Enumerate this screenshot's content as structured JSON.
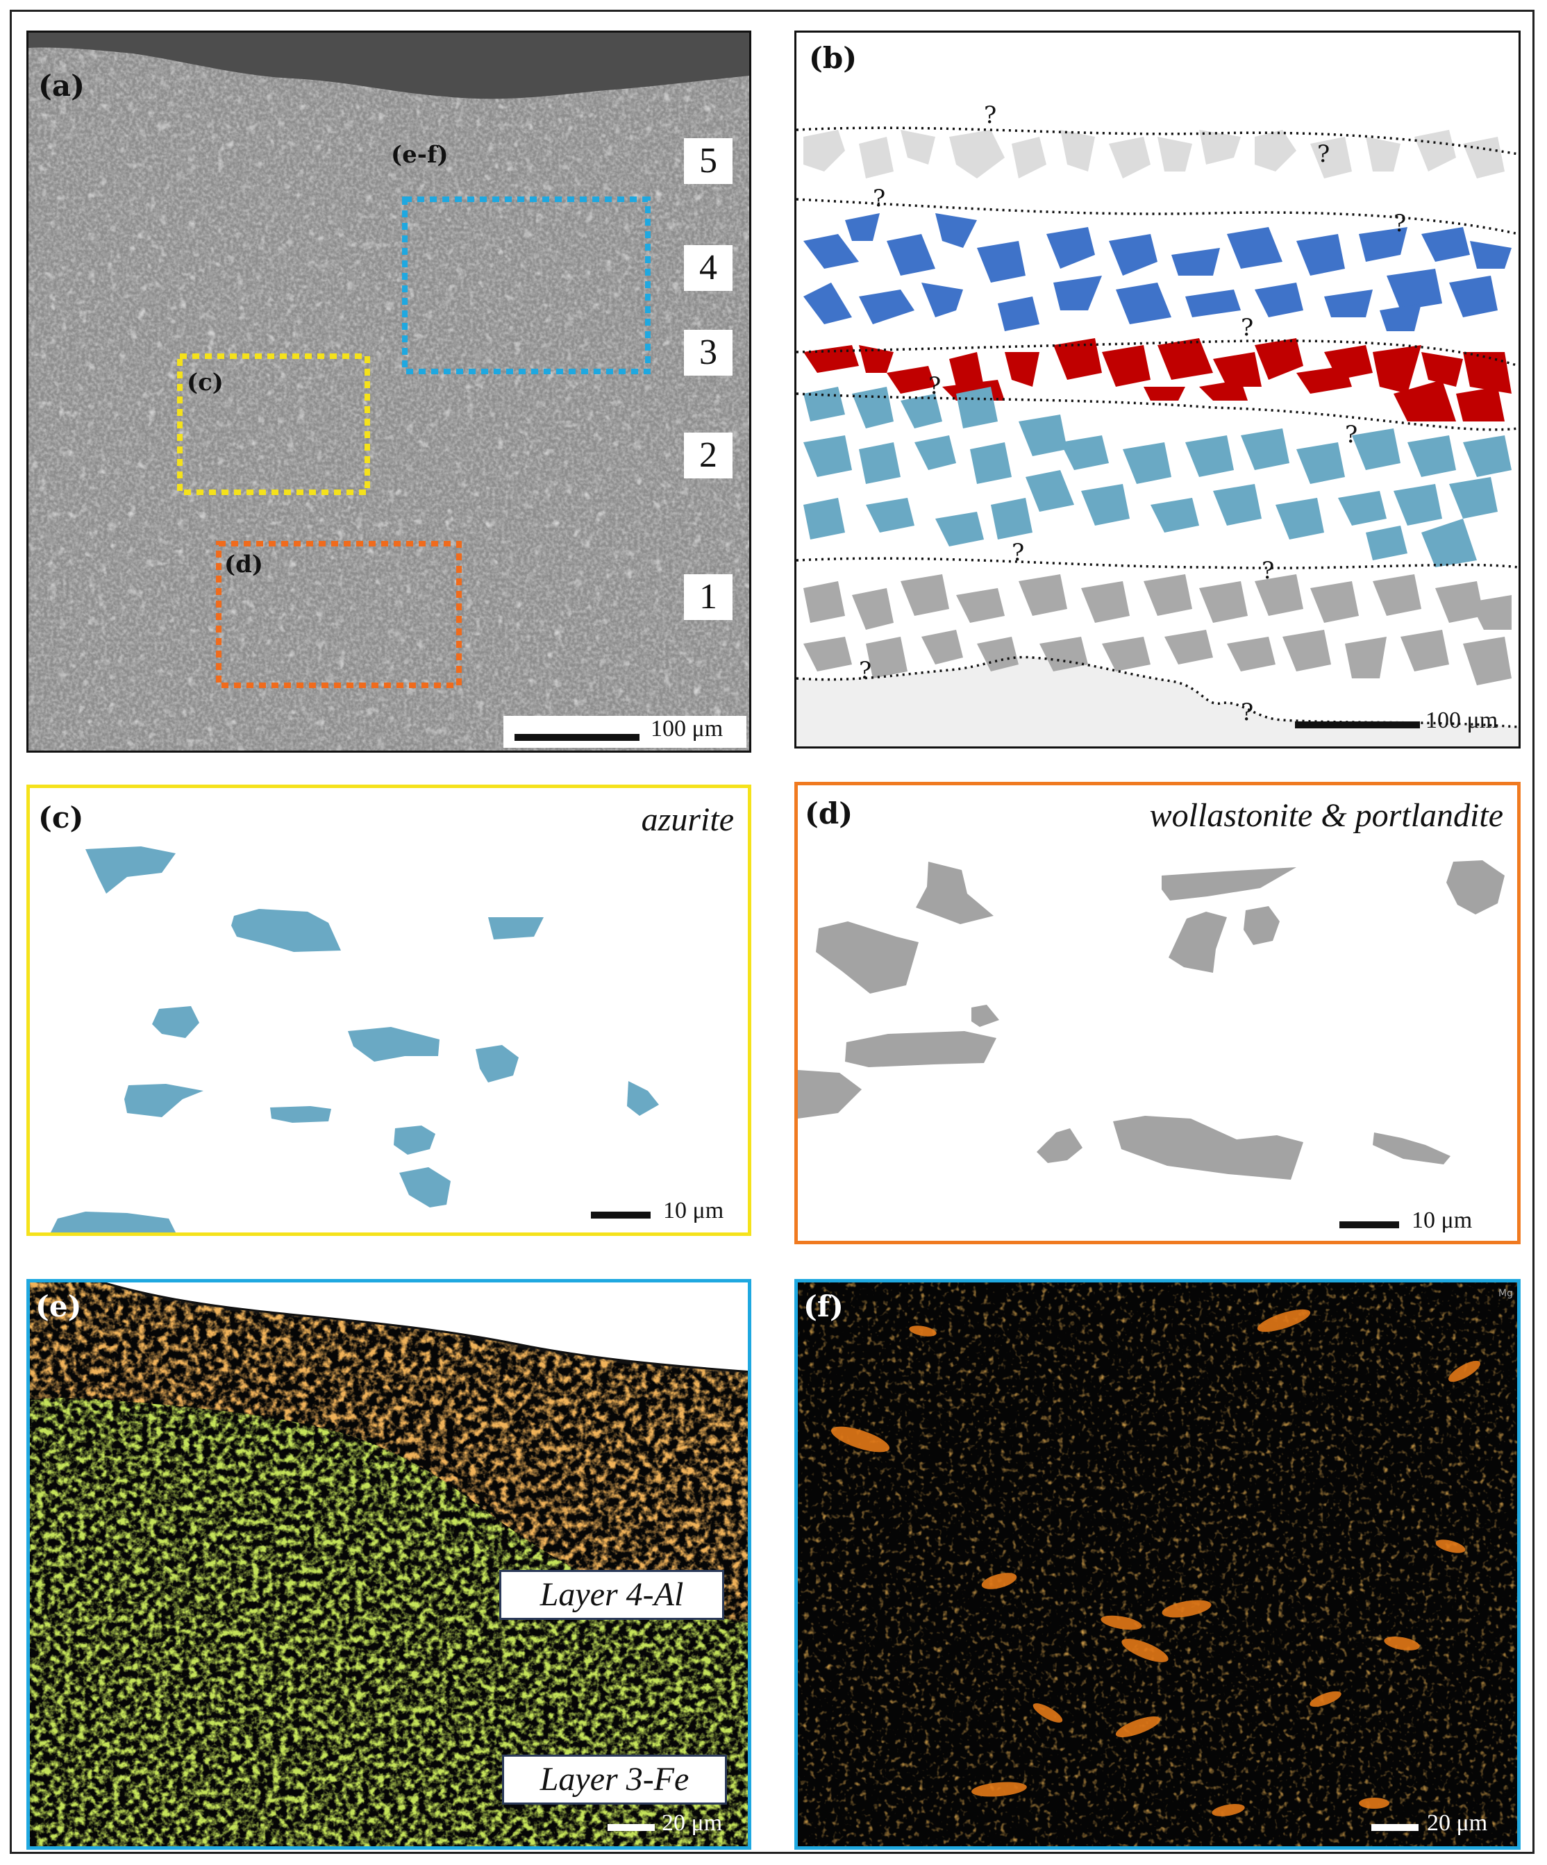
{
  "panels": {
    "a": {
      "label": "(a)",
      "layers": [
        "5",
        "4",
        "3",
        "2",
        "1"
      ],
      "roi_labels": {
        "ef": "(e-f)",
        "c": "(c)",
        "d": "(d)"
      },
      "roi_colors": {
        "ef": "#1fa8e0",
        "c": "#f5e21b",
        "d": "#f06b1c"
      },
      "scale": "100 μm"
    },
    "b": {
      "label": "(b)",
      "uncertain_mark": "?",
      "layer_colors": {
        "layer5": "#dcdcdc",
        "layer4": "#3f73c9",
        "layer3": "#c00000",
        "layer2": "#6aa9c4",
        "layer1": "#a9a9a9",
        "substrate": "#efefef"
      },
      "scale": "100 μm"
    },
    "c": {
      "label": "(c)",
      "mineral": "azurite",
      "border_color": "#f5e21b",
      "particle_color": "#6aa9c4",
      "scale": "10 μm"
    },
    "d": {
      "label": "(d)",
      "mineral": "wollastonite & portlandite",
      "border_color": "#f07a20",
      "particle_color": "#a3a3a3",
      "scale": "10 μm"
    },
    "e": {
      "label": "(e)",
      "border_color": "#1fa8e0",
      "tag_upper": "Layer 4-Al",
      "tag_lower": "Layer 3-Fe",
      "colors": {
        "al": "#e0731a",
        "fe": "#8fc41a"
      },
      "scale": "20 μm"
    },
    "f": {
      "label": "(f)",
      "border_color": "#1fa8e0",
      "corner_tag": "Mg",
      "colors": {
        "mg": "#e57a18"
      },
      "scale": "20 μm"
    }
  }
}
